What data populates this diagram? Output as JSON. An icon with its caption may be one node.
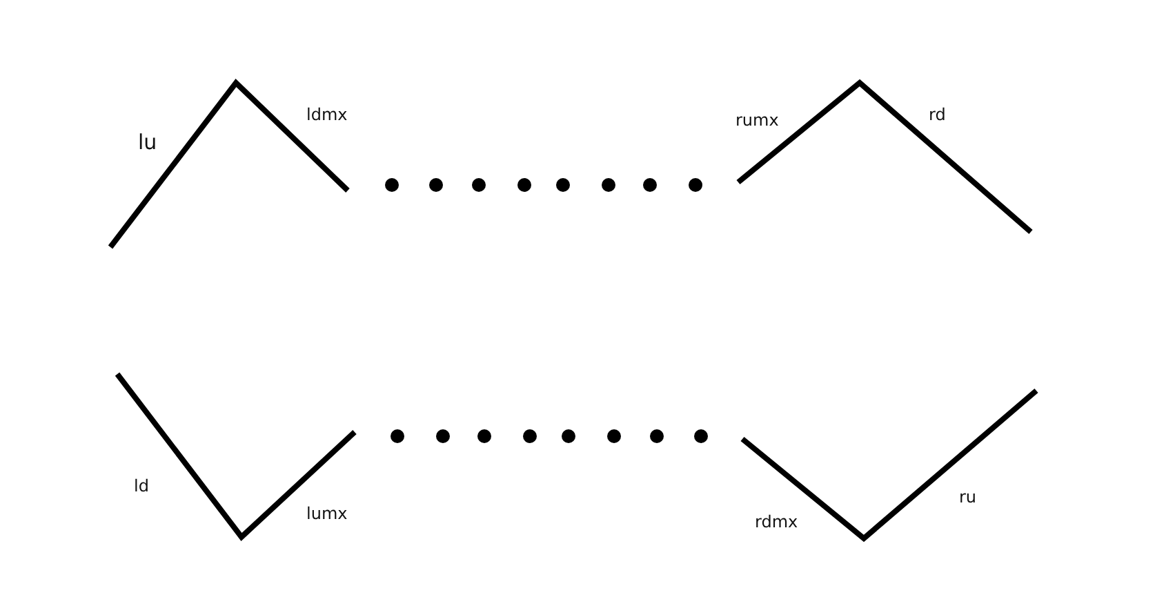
{
  "diagram": {
    "labels": [
      "lu",
      "ldmx",
      "rumx",
      "rd",
      "ld",
      "lumx",
      "rdmx",
      "ru"
    ]
  }
}
